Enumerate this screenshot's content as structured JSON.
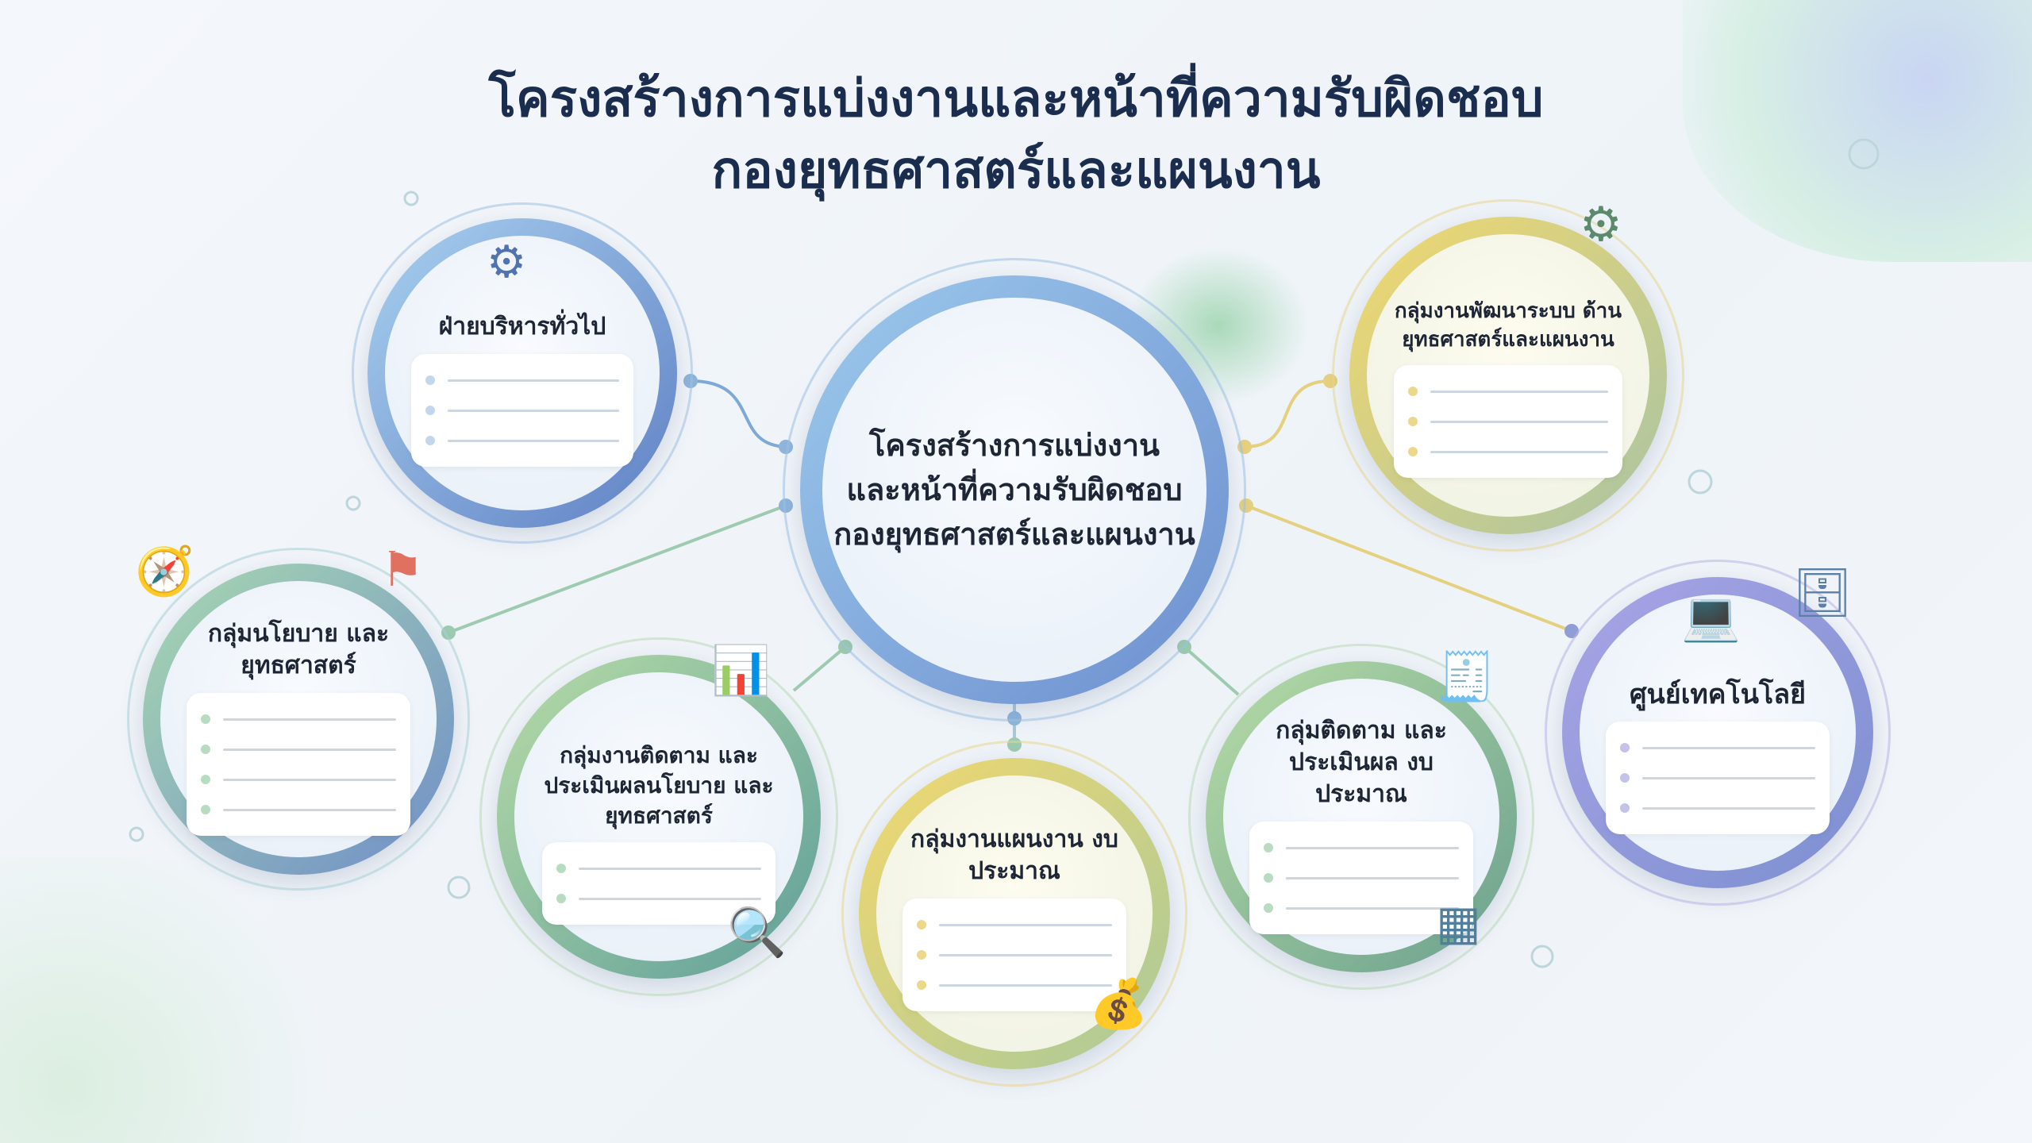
{
  "title": {
    "line1": "โครงสร้างการแบ่งงานและหน้าที่ความรับผิดชอบ",
    "line2": "กองยุทธศาสตร์และแผนงาน"
  },
  "center": {
    "line1": "โครงสร้างการแบ่งงาน",
    "line2": "และหน้าที่ความรับผิดชอบ",
    "line3": "กองยุทธศาสตร์และแผนงาน"
  },
  "nodes": [
    {
      "title": "ฝ่ายบริหารทั่วไป",
      "icon": "gears-icon",
      "color": "#6f9bd1"
    },
    {
      "title": "กลุ่มงานพัฒนาระบบ ด้านยุทธศาสตร์และแผนงาน",
      "icon": "gear-window-icon",
      "color": "#e8cf6a"
    },
    {
      "title": "กลุ่มนโยบาย และยุทธศาสตร์",
      "icon": "compass-flag-icon",
      "color": "#8fc49a"
    },
    {
      "title": "กลุ่มงานติดตาม และประเมินผลนโยบาย และยุทธศาสตร์",
      "icon": "chart-magnifier-icon",
      "color": "#8fc49a"
    },
    {
      "title": "กลุ่มงานแผนงาน งบประมาณ",
      "icon": "money-bags-icon",
      "color": "#e8cf6a"
    },
    {
      "title": "กลุ่มติดตาม และประเมินผล งบประมาณ",
      "icon": "invoice-coin-icon",
      "color": "#8fc49a"
    },
    {
      "title": "ศูนย์เทคโนโลยี",
      "icon": "laptop-server-icon",
      "color": "#8f8fd6"
    }
  ]
}
